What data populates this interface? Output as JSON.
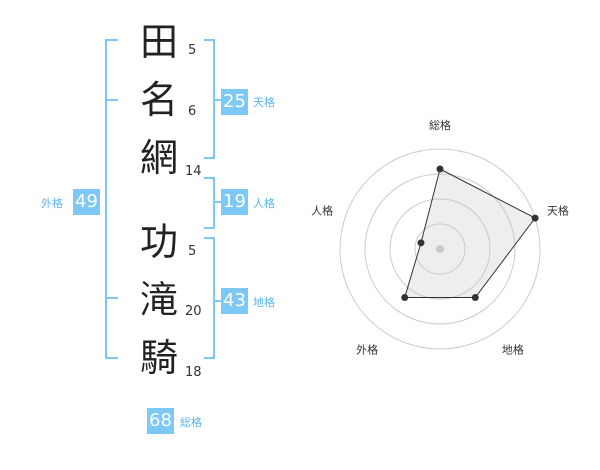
{
  "name": {
    "chars": [
      {
        "char": "田",
        "strokes": "5"
      },
      {
        "char": "名",
        "strokes": "6"
      },
      {
        "char": "網",
        "strokes": "14"
      },
      {
        "char": "功",
        "strokes": "5"
      },
      {
        "char": "滝",
        "strokes": "20"
      },
      {
        "char": "騎",
        "strokes": "18"
      }
    ]
  },
  "kaku": {
    "tenkaku": {
      "value": "25",
      "label": "天格"
    },
    "jinkaku": {
      "value": "19",
      "label": "人格"
    },
    "chikaku": {
      "value": "43",
      "label": "地格"
    },
    "gaikaku": {
      "value": "49",
      "label": "外格"
    },
    "soukaku": {
      "value": "68",
      "label": "総格"
    }
  },
  "colors": {
    "accent": "#7ec8f5",
    "accent_text": "#5bb6ee"
  },
  "chart_data": {
    "type": "radar",
    "axes": [
      "総格",
      "天格",
      "地格",
      "外格",
      "人格"
    ],
    "values": [
      4,
      5,
      3,
      3,
      1
    ],
    "rmax": 5,
    "rings": 4
  }
}
